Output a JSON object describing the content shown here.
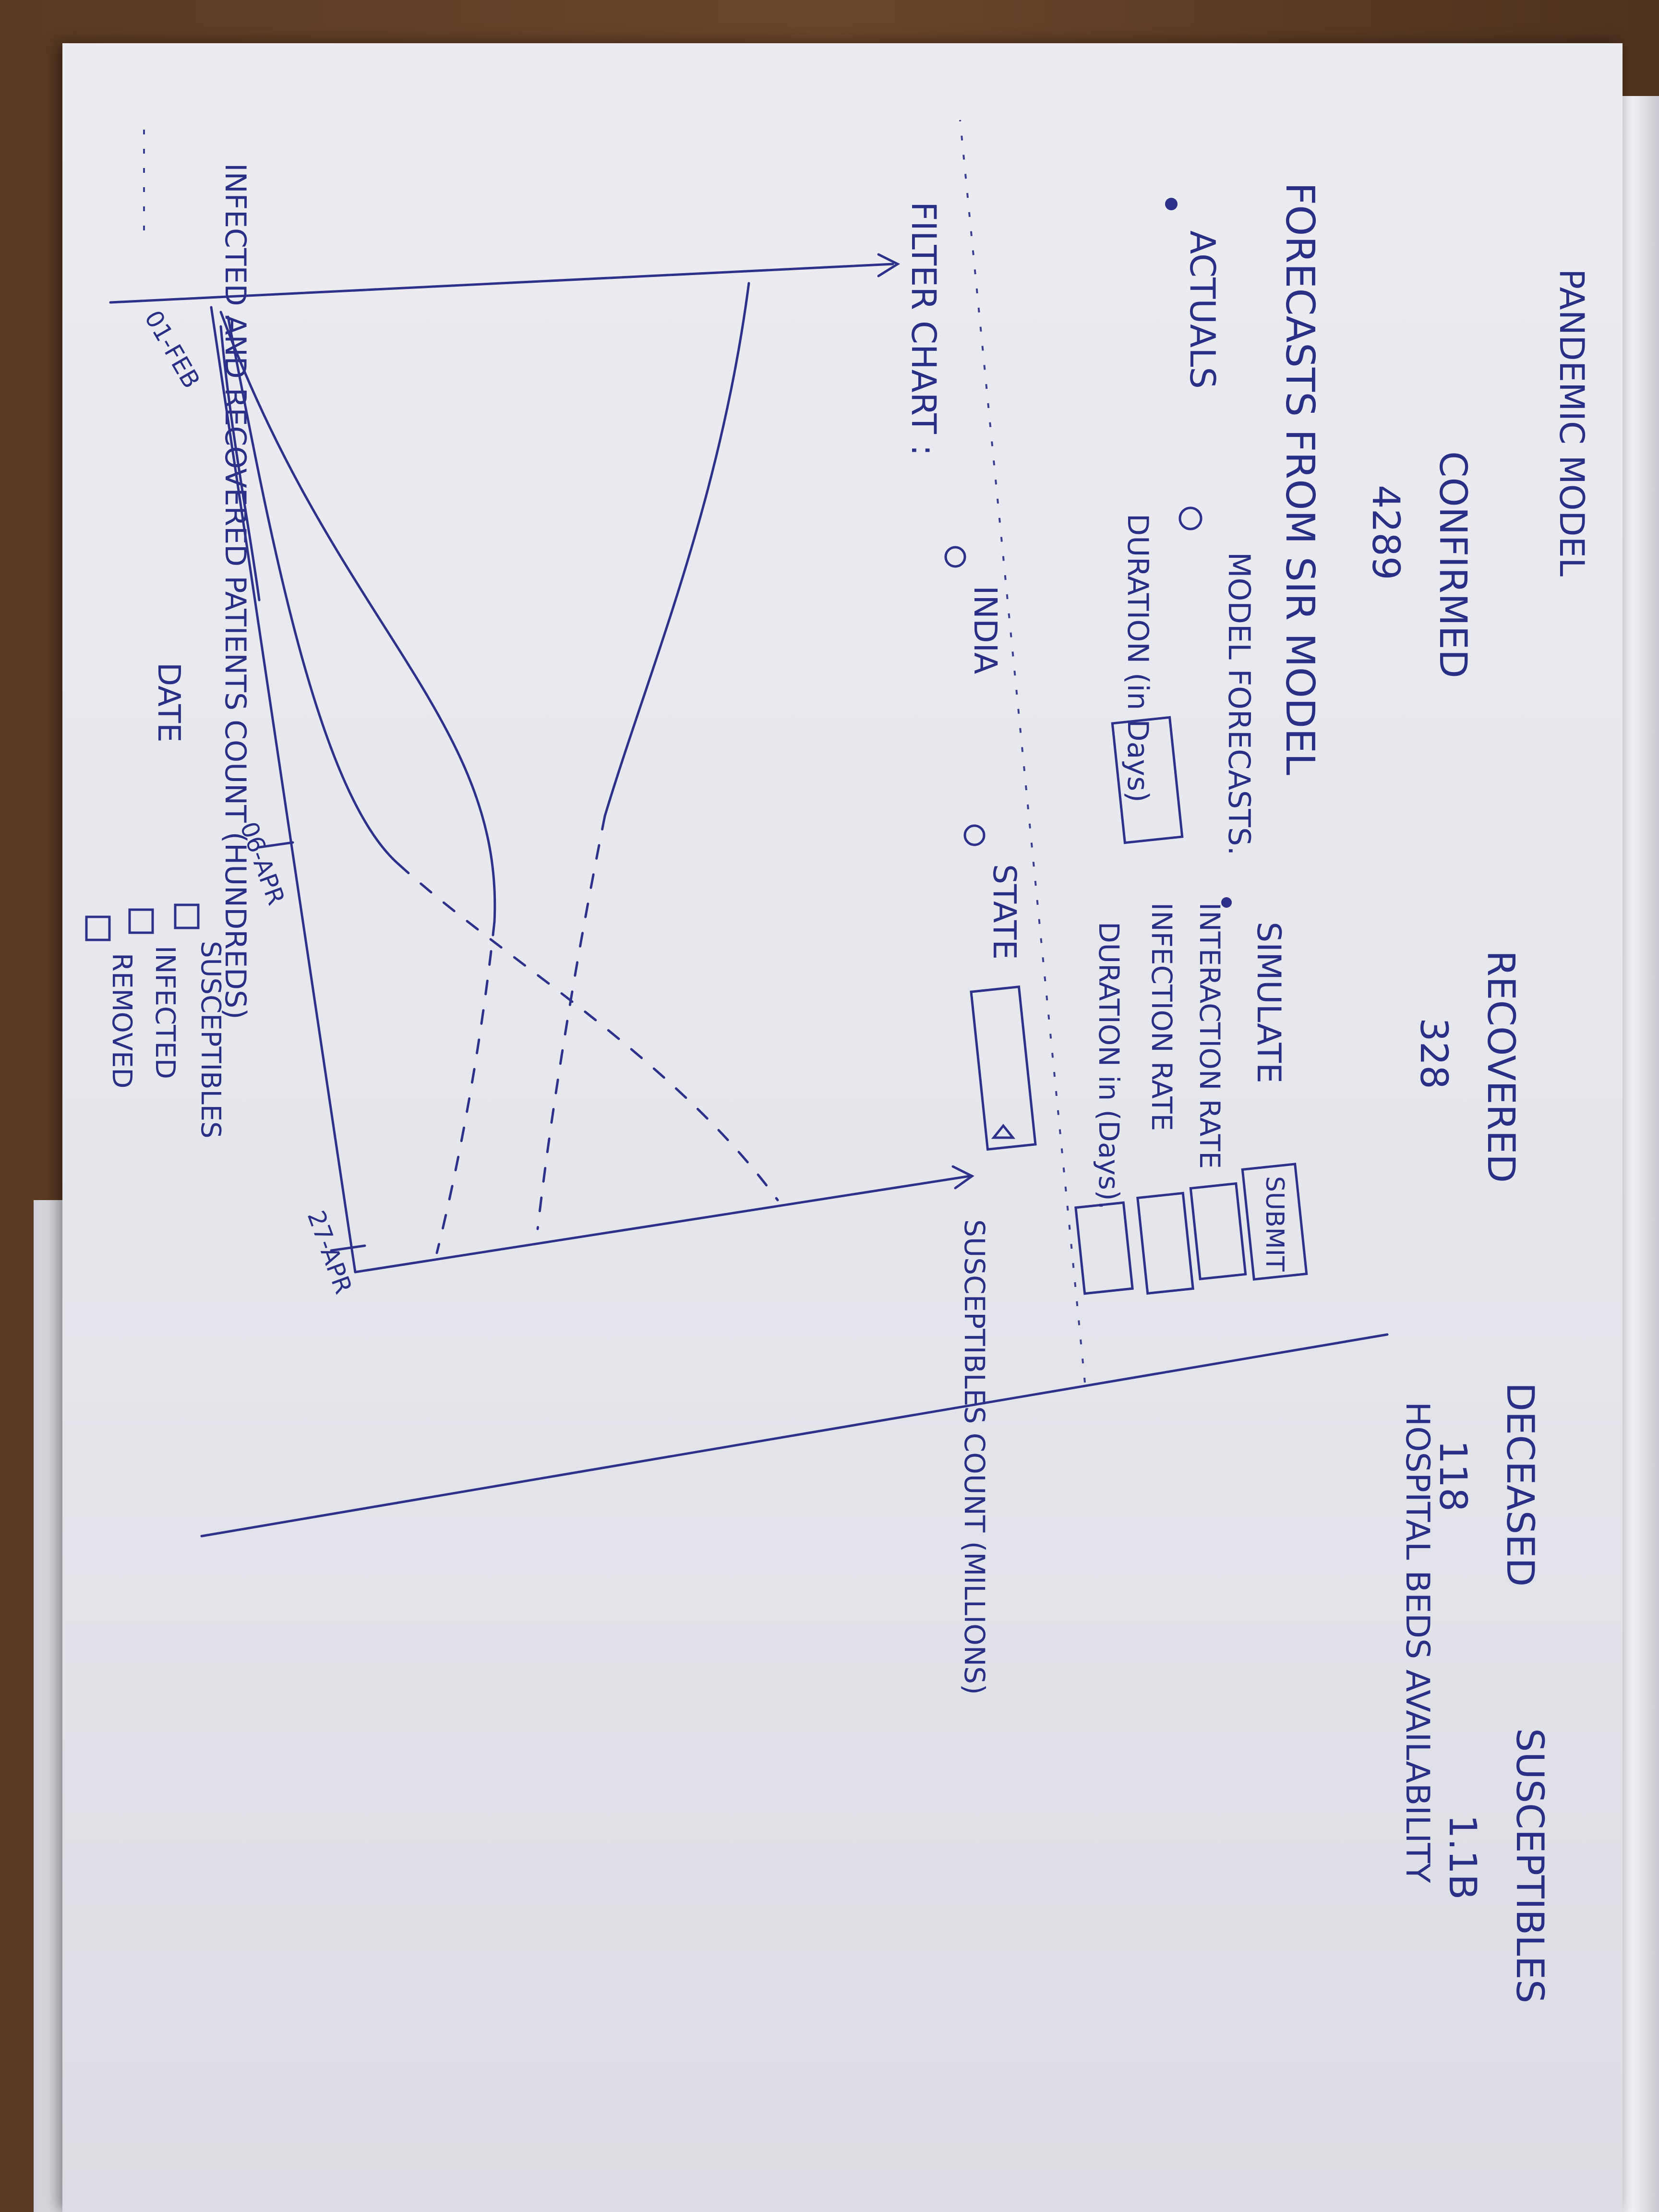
{
  "title": "PANDEMIC MODEL",
  "stats": [
    {
      "label": "CONFIRMED",
      "value": "4289"
    },
    {
      "label": "RECOVERED",
      "value": "328"
    },
    {
      "label": "DECEASED",
      "value": "118"
    },
    {
      "label": "SUSCEPTIBLES",
      "value": "1.1B"
    }
  ],
  "hospital_beds_label": "HOSPITAL BEDS AVAILABILITY",
  "forecast_heading": "FORECASTS FROM SIR MODEL",
  "modes": {
    "actuals": "ACTUALS",
    "model_forecasts": "MODEL FORECASTS.",
    "simulate": "SIMULATE"
  },
  "duration_label": "DURATION (in Days)",
  "simulate_fields": {
    "interaction_rate": "INTERACTION RATE",
    "infection_rate": "INFECTION RATE",
    "duration": "DURATION in (Days)."
  },
  "submit_label": "SUBMIT",
  "filter": {
    "label": "FILTER CHART :",
    "options": [
      "INDIA",
      "STATE"
    ],
    "dropdown_icon": "caret-down-icon"
  },
  "chart_data": {
    "type": "line",
    "title": "",
    "left_axis_label": "INFECTED AND RECOVERED PATIENTS COUNT (HUNDREDS)",
    "right_axis_label": "SUSCEPTIBLES COUNT (MILLIONS)",
    "xlabel": "DATE",
    "x_ticks": [
      "01-FEB",
      "06-APR",
      "27-APR"
    ],
    "legend": [
      "SUSCEPTIBLES",
      "INFECTED",
      "REMOVED"
    ],
    "legend_placement": "bottom",
    "grid": false,
    "series": [
      {
        "name": "SUSCEPTIBLES",
        "values": []
      },
      {
        "name": "INFECTED",
        "values": []
      },
      {
        "name": "REMOVED",
        "values": []
      }
    ]
  }
}
